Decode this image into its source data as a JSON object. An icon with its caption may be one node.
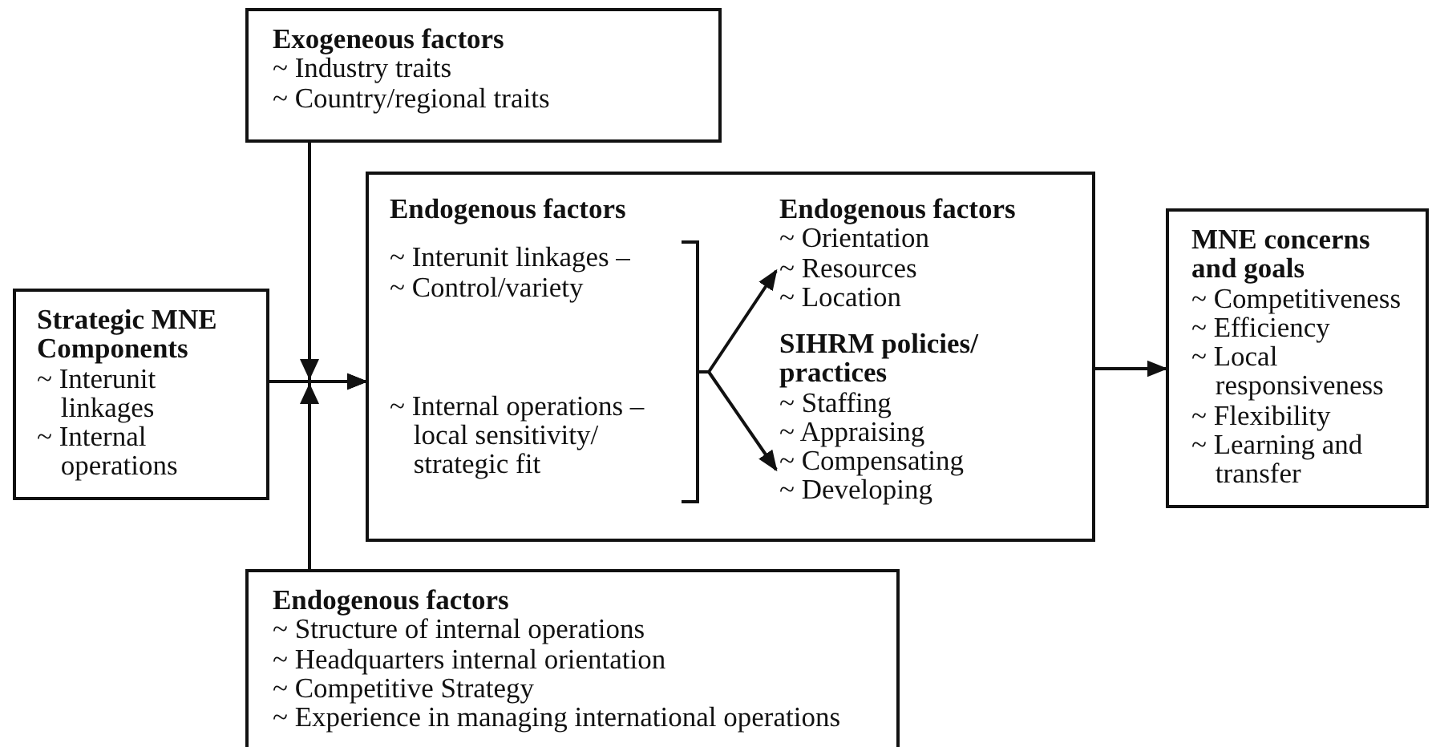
{
  "diagram": {
    "nodes": [
      {
        "text": [
          "Exogeneous factors",
          "~ Industry traits",
          "~ Country/regional traits"
        ]
      },
      {
        "text": [
          "Strategic MNE Components",
          "~ Interunit linkages",
          "~ Internal operations"
        ]
      },
      {
        "text": [],
        "shape": "box"
      },
      {
        "text": [
          "Endogenous factors",
          "~ Interunit linkages –",
          "~ Control/variety",
          "~ Internal operations – local sensitivity/ strategic fit"
        ],
        "in": 2
      },
      {
        "text": [
          "Endogenous factors",
          "~ Orientation",
          "~ Resources",
          "~ Location"
        ],
        "in": 2
      },
      {
        "text": [
          "SIHRM policies/ practices",
          "~ Staffing",
          "~ Appraising",
          "~ Compensating",
          "~ Developing"
        ],
        "in": 2
      },
      {
        "text": [
          "MNE concerns and goals",
          "~ Competitiveness",
          "~ Efficiency",
          "~ Local responsiveness",
          "~ Flexibility",
          "~ Learning and transfer"
        ]
      },
      {
        "text": [
          "Endogenous factors",
          "~ Structure of internal operations",
          "~ Headquarters internal orientation",
          "~ Competitive Strategy",
          "~ Experience in managing international operations"
        ]
      }
    ],
    "edges": [
      {
        "from": 0,
        "to": 2,
        "arrow": "to"
      },
      {
        "from": 1,
        "to": 2,
        "arrow": "to"
      },
      {
        "from": 7,
        "to": 2,
        "arrow": "to"
      },
      {
        "from": 3,
        "to": 4,
        "arrow": "to"
      },
      {
        "from": 3,
        "to": 5,
        "arrow": "to"
      },
      {
        "from": 2,
        "to": 6,
        "arrow": "to"
      }
    ]
  }
}
